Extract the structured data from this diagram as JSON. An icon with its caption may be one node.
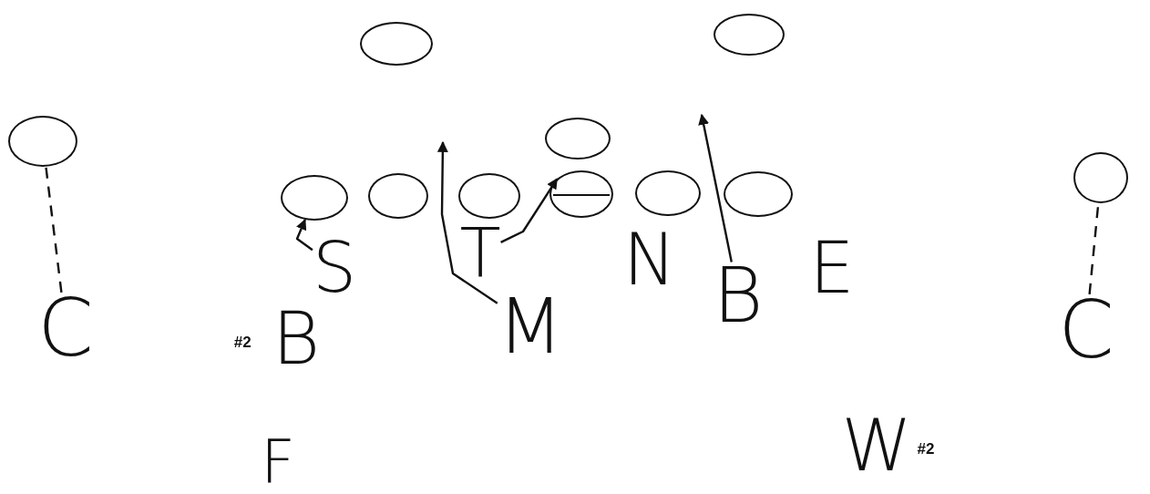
{
  "diagram": {
    "nodes": [
      {
        "text": [],
        "shape": "oval"
      },
      {
        "text": [],
        "shape": "oval"
      },
      {
        "text": [],
        "shape": "oval"
      },
      {
        "text": [],
        "shape": "oval"
      },
      {
        "text": [],
        "shape": "oval"
      },
      {
        "text": [],
        "shape": "oval"
      },
      {
        "text": [],
        "shape": "oval"
      },
      {
        "text": [],
        "shape": "oval"
      },
      {
        "text": [],
        "shape": "oval"
      },
      {
        "text": [],
        "shape": "oval"
      },
      {
        "text": [],
        "shape": "oval"
      },
      {
        "text": [
          "T"
        ]
      },
      {
        "text": [
          "N"
        ]
      },
      {
        "text": [
          "S"
        ]
      },
      {
        "text": [
          "E"
        ]
      },
      {
        "text": [
          "B"
        ]
      },
      {
        "text": [
          "M"
        ]
      },
      {
        "text": [
          "C"
        ]
      },
      {
        "text": [
          "C"
        ]
      },
      {
        "text": [
          "B"
        ],
        "beside": [
          "#2"
        ]
      },
      {
        "text": [
          "W"
        ],
        "beside": [
          "#2"
        ]
      },
      {
        "text": [
          "F"
        ]
      }
    ],
    "edges": [
      {
        "from": 17,
        "to": 2,
        "arrow": "none",
        "style": "dashed"
      },
      {
        "from": 18,
        "to": 4,
        "arrow": "none",
        "style": "dashed"
      },
      {
        "from": 13,
        "to": 5,
        "arrow": "to"
      },
      {
        "from": 11,
        "to": 8,
        "arrow": "to"
      },
      {
        "from": 16,
        "to": null,
        "arrow": "to"
      },
      {
        "from": 15,
        "to": null,
        "arrow": "to"
      }
    ]
  }
}
